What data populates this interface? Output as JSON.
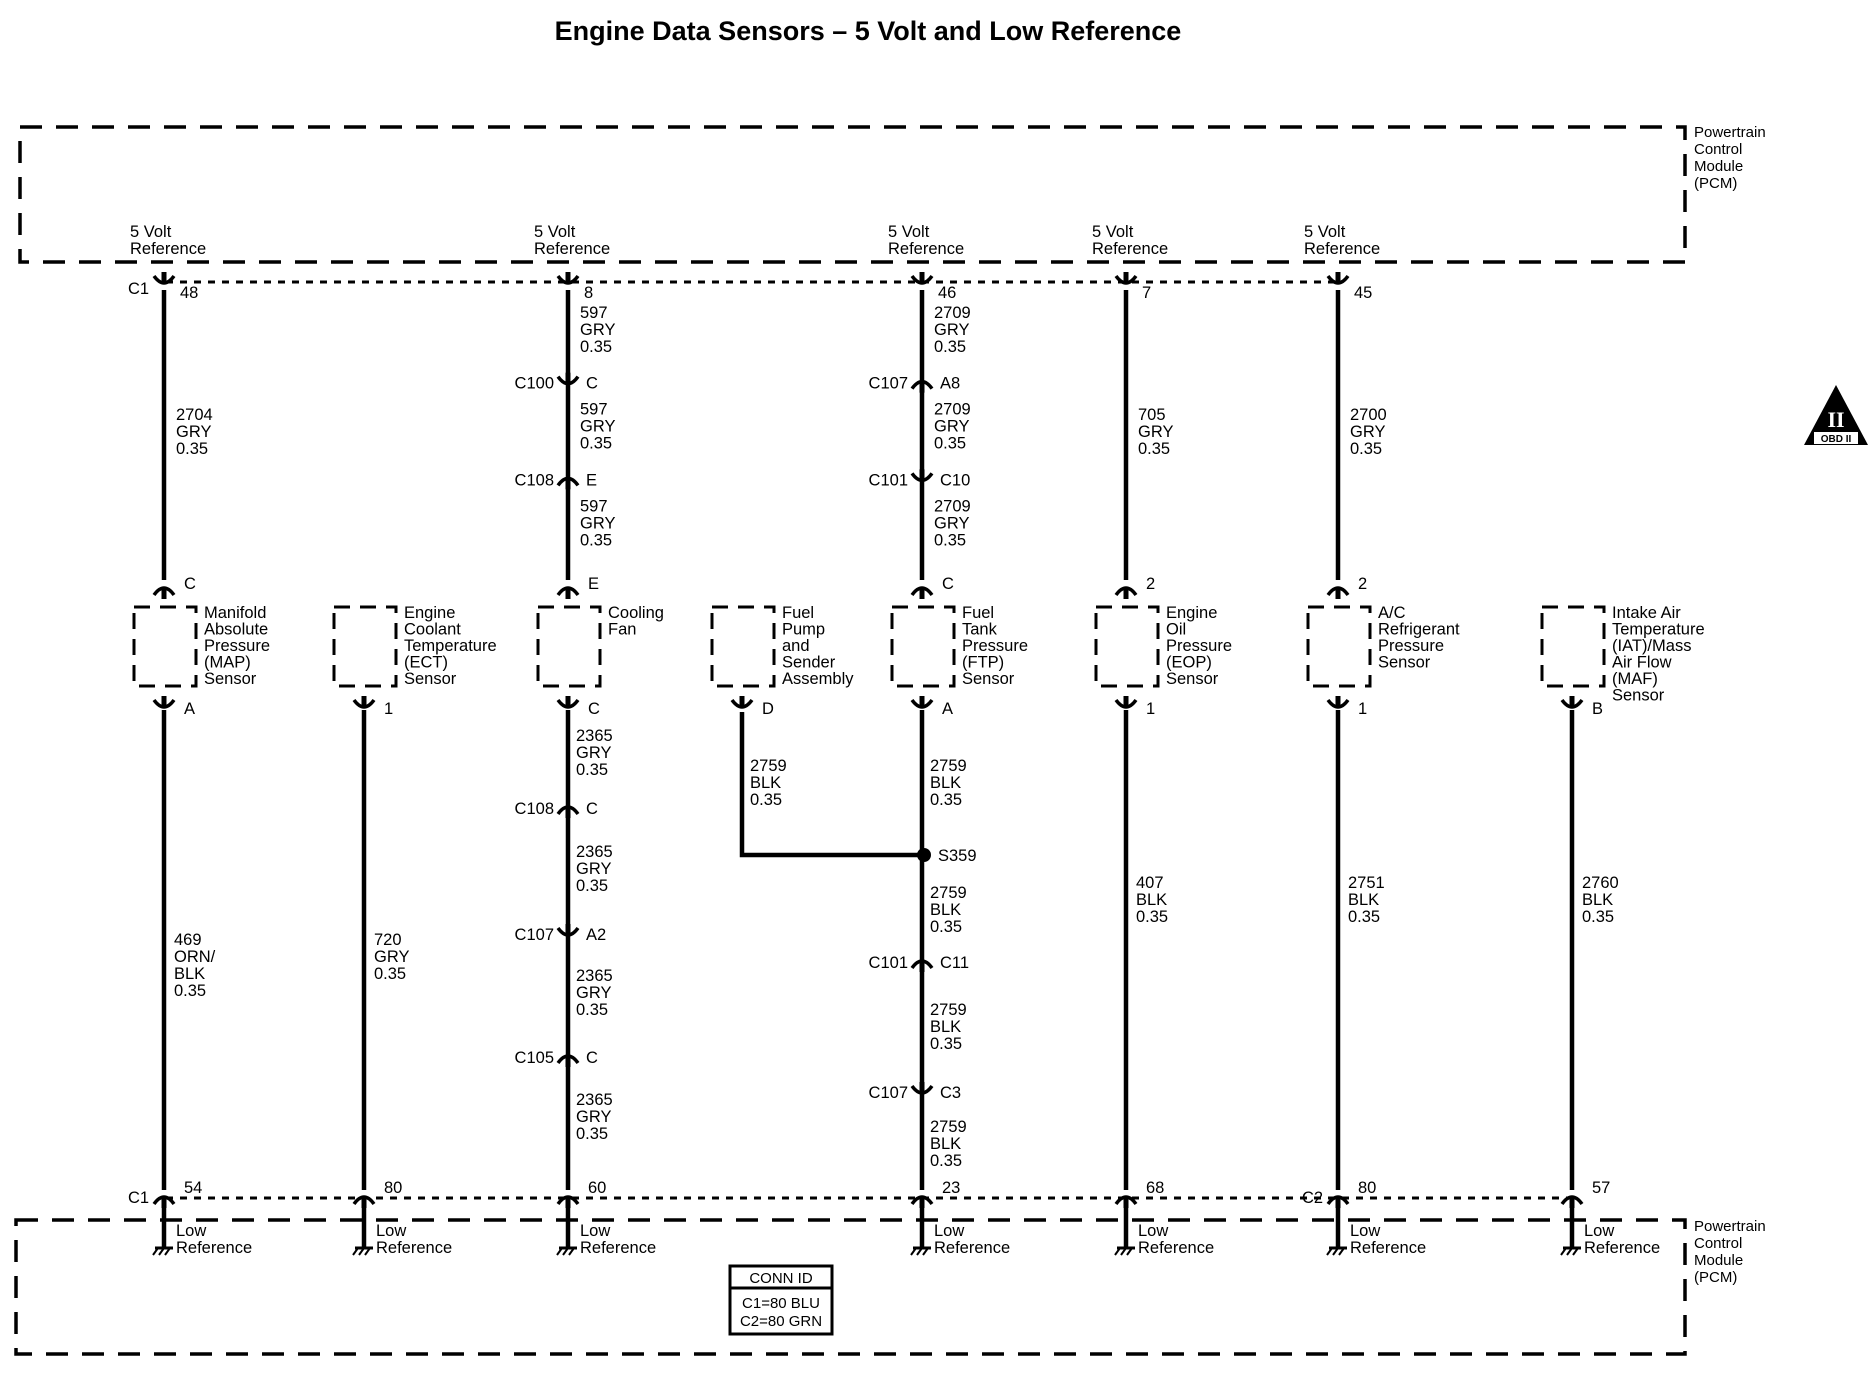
{
  "title": "Engine Data Sensors – 5 Volt and Low Reference",
  "module": {
    "top_label": [
      "Powertrain",
      "Control",
      "Module",
      "(PCM)"
    ],
    "bottom_label": [
      "Powertrain",
      "Control",
      "Module",
      "(PCM)"
    ]
  },
  "ref": {
    "five_volt": [
      "5 Volt",
      "Reference"
    ],
    "low": [
      "Low",
      "Reference"
    ]
  },
  "conn_id": {
    "header": "CONN ID",
    "c1": "C1=80 BLU",
    "c2": "C2=80 GRN"
  },
  "badge": {
    "symbol": "II",
    "text": "OBD II"
  },
  "columns": [
    {
      "top_conn": "C1",
      "top_pin": "48",
      "upper_wires": [
        [
          "2704",
          "GRY",
          "0.35"
        ]
      ],
      "upper_splices": [],
      "sensor_top_pin": "C",
      "sensor_name": [
        "Manifold",
        "Absolute",
        "Pressure",
        "(MAP)",
        "Sensor"
      ],
      "sensor_bottom_pin": "A",
      "lower_wires": [
        [
          "469",
          "ORN/",
          "BLK",
          "0.35"
        ]
      ],
      "lower_splices": [],
      "bottom_conn": "C1",
      "bottom_pin": "54"
    },
    {
      "top_conn": "",
      "top_pin": "",
      "upper_wires": [],
      "upper_splices": [],
      "sensor_top_pin": "",
      "sensor_name": [
        "Engine",
        "Coolant",
        "Temperature",
        "(ECT)",
        "Sensor"
      ],
      "sensor_bottom_pin": "1",
      "lower_wires": [
        [
          "720",
          "GRY",
          "0.35"
        ]
      ],
      "lower_splices": [],
      "bottom_conn": "",
      "bottom_pin": "80"
    },
    {
      "top_conn": "",
      "top_pin": "8",
      "upper_wires": [
        [
          "597",
          "GRY",
          "0.35"
        ],
        [
          "597",
          "GRY",
          "0.35"
        ],
        [
          "597",
          "GRY",
          "0.35"
        ]
      ],
      "upper_splices": [
        {
          "conn": "C100",
          "pin": "C"
        },
        {
          "conn": "C108",
          "pin": "E"
        }
      ],
      "sensor_top_pin": "E",
      "sensor_name": [
        "Cooling",
        "Fan"
      ],
      "sensor_bottom_pin": "C",
      "lower_wires": [
        [
          "2365",
          "GRY",
          "0.35"
        ],
        [
          "2365",
          "GRY",
          "0.35"
        ],
        [
          "2365",
          "GRY",
          "0.35"
        ],
        [
          "2365",
          "GRY",
          "0.35"
        ]
      ],
      "lower_splices": [
        {
          "conn": "C108",
          "pin": "C"
        },
        {
          "conn": "C107",
          "pin": "A2"
        },
        {
          "conn": "C105",
          "pin": "C"
        }
      ],
      "bottom_conn": "",
      "bottom_pin": "60"
    },
    {
      "top_conn": "",
      "top_pin": "",
      "upper_wires": [],
      "upper_splices": [],
      "sensor_top_pin": "",
      "sensor_name": [
        "Fuel",
        "Pump",
        "and",
        "Sender",
        "Assembly"
      ],
      "sensor_bottom_pin": "D",
      "lower_wires": [
        [
          "2759",
          "BLK",
          "0.35"
        ]
      ],
      "lower_splices": [],
      "bottom_conn": "",
      "bottom_pin": ""
    },
    {
      "top_conn": "",
      "top_pin": "46",
      "upper_wires": [
        [
          "2709",
          "GRY",
          "0.35"
        ],
        [
          "2709",
          "GRY",
          "0.35"
        ],
        [
          "2709",
          "GRY",
          "0.35"
        ]
      ],
      "upper_splices": [
        {
          "conn": "C107",
          "pin": "A8"
        },
        {
          "conn": "C101",
          "pin": "C10"
        }
      ],
      "sensor_top_pin": "C",
      "sensor_name": [
        "Fuel",
        "Tank",
        "Pressure",
        "(FTP)",
        "Sensor"
      ],
      "sensor_bottom_pin": "A",
      "lower_wires": [
        [
          "2759",
          "BLK",
          "0.35"
        ],
        [
          "2759",
          "BLK",
          "0.35"
        ],
        [
          "2759",
          "BLK",
          "0.35"
        ],
        [
          "2759",
          "BLK",
          "0.35"
        ]
      ],
      "lower_splices": [
        {
          "conn": "C101",
          "pin": "C11"
        },
        {
          "conn": "C107",
          "pin": "C3"
        }
      ],
      "junction": "S359",
      "bottom_conn": "",
      "bottom_pin": "23"
    },
    {
      "top_conn": "",
      "top_pin": "7",
      "upper_wires": [
        [
          "705",
          "GRY",
          "0.35"
        ]
      ],
      "upper_splices": [],
      "sensor_top_pin": "2",
      "sensor_name": [
        "Engine",
        "Oil",
        "Pressure",
        "(EOP)",
        "Sensor"
      ],
      "sensor_bottom_pin": "1",
      "lower_wires": [
        [
          "407",
          "BLK",
          "0.35"
        ]
      ],
      "lower_splices": [],
      "bottom_conn": "",
      "bottom_pin": "68"
    },
    {
      "top_conn": "",
      "top_pin": "45",
      "upper_wires": [
        [
          "2700",
          "GRY",
          "0.35"
        ]
      ],
      "upper_splices": [],
      "sensor_top_pin": "2",
      "sensor_name": [
        "A/C",
        "Refrigerant",
        "Pressure",
        "Sensor"
      ],
      "sensor_bottom_pin": "1",
      "lower_wires": [
        [
          "2751",
          "BLK",
          "0.35"
        ]
      ],
      "lower_splices": [],
      "bottom_conn": "C2",
      "bottom_pin": "80"
    },
    {
      "top_conn": "",
      "top_pin": "",
      "upper_wires": [],
      "upper_splices": [],
      "sensor_top_pin": "",
      "sensor_name": [
        "Intake Air",
        "Temperature",
        "(IAT)/Mass",
        "Air Flow",
        "(MAF)",
        "Sensor"
      ],
      "sensor_bottom_pin": "B",
      "lower_wires": [
        [
          "2760",
          "BLK",
          "0.35"
        ]
      ],
      "lower_splices": [],
      "bottom_conn": "",
      "bottom_pin": "57"
    }
  ]
}
